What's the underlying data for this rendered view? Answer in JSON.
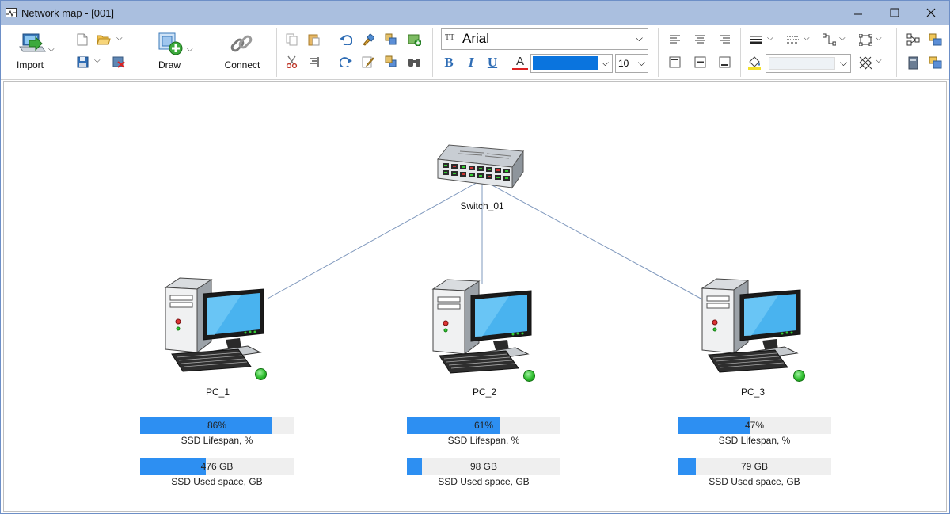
{
  "window": {
    "title": "Network map - [001]",
    "minimize_glyph": "—",
    "maximize_glyph": "☐",
    "close_glyph": "✕"
  },
  "toolbar": {
    "import_label": "Import",
    "draw_label": "Draw",
    "connect_label": "Connect",
    "font_name": "Arial",
    "font_size": "10",
    "bold_glyph": "B",
    "italic_glyph": "I",
    "underline_glyph": "U",
    "font_color_glyph": "A",
    "font_type_glyph": "TT",
    "text_color": "#0a74de",
    "icons": [
      "import-icon",
      "new-document-icon",
      "open-folder-icon",
      "save-icon",
      "close-file-icon",
      "draw-icon",
      "connect-link-icon",
      "copy-icon",
      "paste-icon",
      "cut-icon",
      "align-icon",
      "undo-icon",
      "redo-icon",
      "format-painter-icon",
      "edit-icon",
      "group-icon",
      "ungroup-icon",
      "add-picture-icon",
      "find-icon",
      "align-left-icon",
      "align-center-icon",
      "align-right-icon",
      "align-top-icon",
      "align-middle-icon",
      "align-bottom-icon",
      "line-width-icon",
      "line-style-icon",
      "connector-icon",
      "shape-border-icon",
      "fill-color-icon",
      "pattern-icon",
      "layout-icon",
      "export-icon",
      "database-icon",
      "screen-icon"
    ]
  },
  "map": {
    "switch": {
      "label": "Switch_01"
    },
    "nodes": [
      {
        "label": "PC_1",
        "status": "online",
        "ssd_lifespan_pct": 86,
        "lifespan_text": "86%",
        "lifespan_caption": "SSD Lifespan, %",
        "used_fraction": 0.43,
        "used_text": "476 GB",
        "used_caption": "SSD Used space, GB"
      },
      {
        "label": "PC_2",
        "status": "online",
        "ssd_lifespan_pct": 61,
        "lifespan_text": "61%",
        "lifespan_caption": "SSD Lifespan, %",
        "used_fraction": 0.1,
        "used_text": "98 GB",
        "used_caption": "SSD Used space, GB"
      },
      {
        "label": "PC_3",
        "status": "online",
        "ssd_lifespan_pct": 47,
        "lifespan_text": "47%",
        "lifespan_caption": "SSD Lifespan, %",
        "used_fraction": 0.12,
        "used_text": "79 GB",
        "used_caption": "SSD Used space, GB"
      }
    ],
    "colors": {
      "bar_fill": "#2d8ff2",
      "bar_track": "#efefef",
      "link_line": "#7f98bd",
      "status_online": "#2dbd2d"
    }
  }
}
